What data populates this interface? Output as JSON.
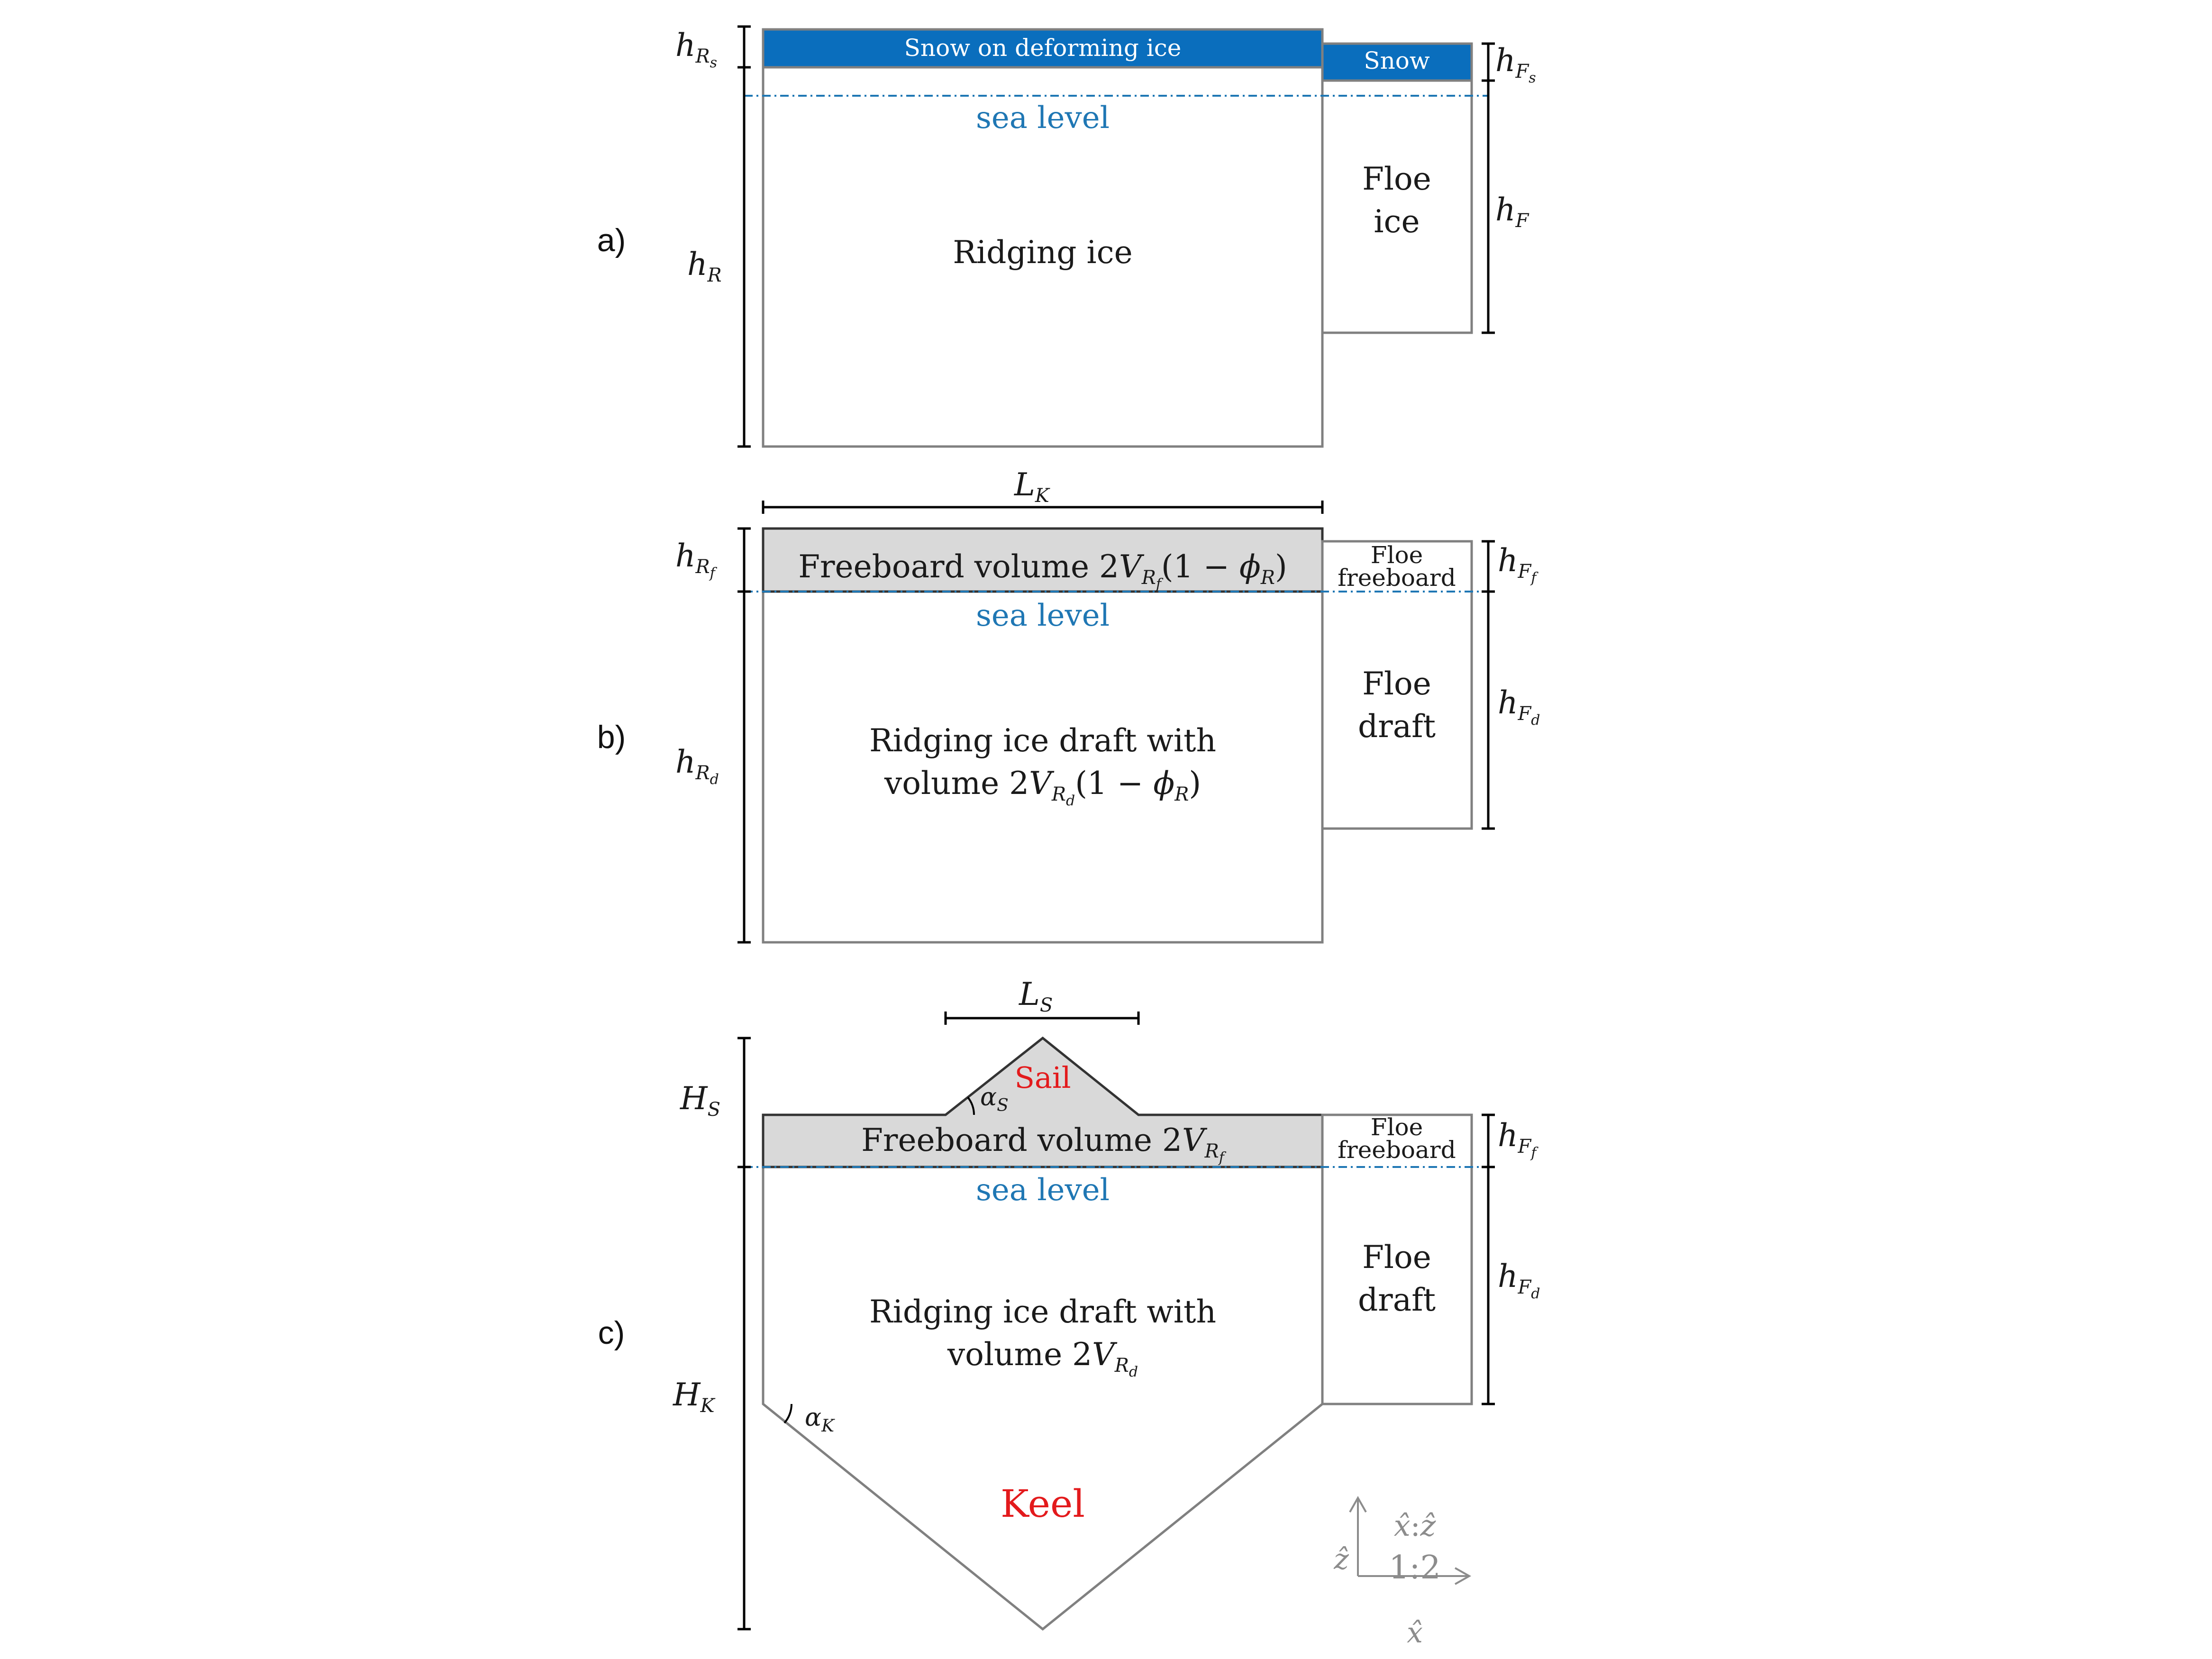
{
  "colors": {
    "snow": "#0a6ebd",
    "sea_level": "#1f77b4",
    "red_label": "#e31a1c",
    "freeboard_fill": "#d9d9d9",
    "outline": "#808080",
    "axis_gray": "#8c8c8c"
  },
  "panels": {
    "a": {
      "tag": "a)",
      "snow_deforming": "Snow on deforming ice",
      "snow_floe": "Snow",
      "sea_level": "sea level",
      "ridging_ice": "Ridging ice",
      "floe_line1": "Floe",
      "floe_line2": "ice",
      "h_Rs": {
        "base": "h",
        "sub": "R",
        "subsub": "s"
      },
      "h_R": {
        "base": "h",
        "sub": "R"
      },
      "h_Fs": {
        "base": "h",
        "sub": "F",
        "subsub": "s"
      },
      "h_F": {
        "base": "h",
        "sub": "F"
      }
    },
    "b": {
      "tag": "b)",
      "L_K": {
        "base": "L",
        "sub": "K"
      },
      "freeboard_prefix": "Freeboard volume 2",
      "freeboard_V": "V",
      "freeboard_sub": "R",
      "freeboard_subsub": "f",
      "freeboard_suffix": "(1 − ",
      "phi": "ϕ",
      "phi_sub": "R",
      "close": ")",
      "sea_level": "sea level",
      "draft_line1": "Ridging ice draft with",
      "draft_line2_prefix": "volume 2",
      "draft_V": "V",
      "draft_sub": "R",
      "draft_subsub": "d",
      "draft_suffix": "(1 − ",
      "floe_freeboard_1": "Floe",
      "floe_freeboard_2": "freeboard",
      "floe_draft_1": "Floe",
      "floe_draft_2": "draft",
      "h_Rf": {
        "base": "h",
        "sub": "R",
        "subsub": "f"
      },
      "h_Rd": {
        "base": "h",
        "sub": "R",
        "subsub": "d"
      },
      "h_Ff": {
        "base": "h",
        "sub": "F",
        "subsub": "f"
      },
      "h_Fd": {
        "base": "h",
        "sub": "F",
        "subsub": "d"
      }
    },
    "c": {
      "tag": "c)",
      "L_S": {
        "base": "L",
        "sub": "S"
      },
      "sail": "Sail",
      "alpha_S": {
        "base": "α",
        "sub": "S"
      },
      "freeboard_prefix": "Freeboard volume 2",
      "freeboard_V": "V",
      "freeboard_sub": "R",
      "freeboard_subsub": "f",
      "sea_level": "sea level",
      "draft_line1": "Ridging ice draft with",
      "draft_line2_prefix": "volume 2",
      "draft_V": "V",
      "draft_sub": "R",
      "draft_subsub": "d",
      "floe_freeboard_1": "Floe",
      "floe_freeboard_2": "freeboard",
      "floe_draft_1": "Floe",
      "floe_draft_2": "draft",
      "keel": "Keel",
      "alpha_K": {
        "base": "α",
        "sub": "K"
      },
      "H_S": {
        "base": "H",
        "sub": "S"
      },
      "H_K": {
        "base": "H",
        "sub": "K"
      },
      "h_Ff": {
        "base": "h",
        "sub": "F",
        "subsub": "f"
      },
      "h_Fd": {
        "base": "h",
        "sub": "F",
        "subsub": "d"
      }
    },
    "axes": {
      "z_hat": "ẑ",
      "x_hat": "x̂",
      "ratio_label_x": "x̂",
      "ratio_label_sep": ":",
      "ratio_label_z": "ẑ",
      "ratio": "1:2"
    }
  }
}
